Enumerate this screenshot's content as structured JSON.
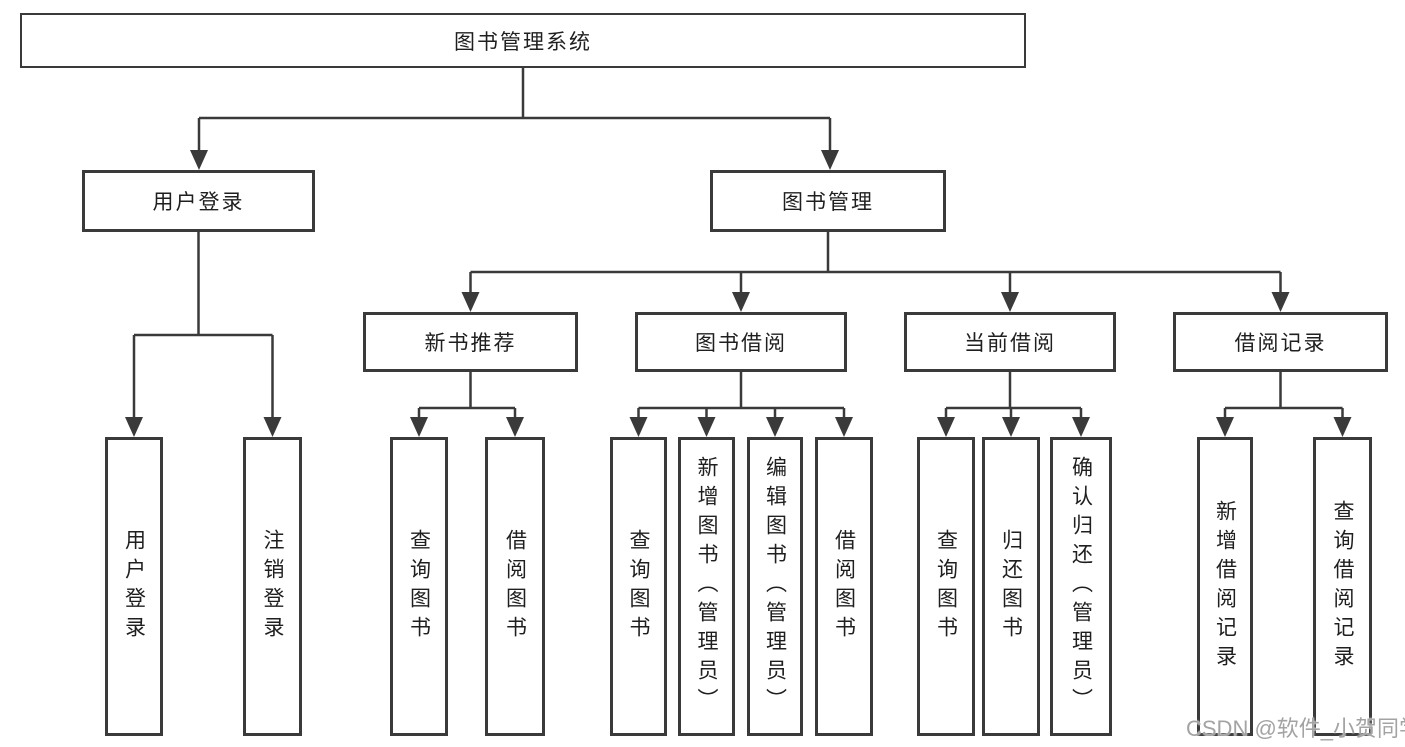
{
  "diagram": {
    "root": {
      "label": "图书管理系统"
    },
    "level2": [
      {
        "id": "user-login",
        "label": "用户登录",
        "parent": "图书管理系统"
      },
      {
        "id": "book-management",
        "label": "图书管理",
        "parent": "图书管理系统"
      }
    ],
    "level3": [
      {
        "id": "new-book-recommendation",
        "label": "新书推荐",
        "parent": "图书管理"
      },
      {
        "id": "book-borrowing",
        "label": "图书借阅",
        "parent": "图书管理"
      },
      {
        "id": "current-borrowing",
        "label": "当前借阅",
        "parent": "图书管理"
      },
      {
        "id": "borrowing-records",
        "label": "借阅记录",
        "parent": "图书管理"
      }
    ],
    "leaves": [
      {
        "id": "user-login-leaf",
        "label": "用户登录",
        "parent": "用户登录"
      },
      {
        "id": "logout",
        "label": "注销登录",
        "parent": "用户登录"
      },
      {
        "id": "query-books-recommend",
        "label": "查询图书",
        "parent": "新书推荐"
      },
      {
        "id": "borrow-books-recommend",
        "label": "借阅图书",
        "parent": "新书推荐"
      },
      {
        "id": "query-books-borrow",
        "label": "查询图书",
        "parent": "图书借阅"
      },
      {
        "id": "add-books-admin",
        "label": "新增图书（管理员）",
        "parent": "图书借阅"
      },
      {
        "id": "edit-books-admin",
        "label": "编辑图书（管理员）",
        "parent": "图书借阅"
      },
      {
        "id": "borrow-books",
        "label": "借阅图书",
        "parent": "图书借阅"
      },
      {
        "id": "query-books-current",
        "label": "查询图书",
        "parent": "当前借阅"
      },
      {
        "id": "return-books",
        "label": "归还图书",
        "parent": "当前借阅"
      },
      {
        "id": "confirm-return-admin",
        "label": "确认归还（管理员）",
        "parent": "当前借阅"
      },
      {
        "id": "add-borrow-record",
        "label": "新增借阅记录",
        "parent": "借阅记录"
      },
      {
        "id": "query-borrow-record",
        "label": "查询借阅记录",
        "parent": "借阅记录"
      }
    ]
  },
  "watermark": {
    "text": "CSDN @软件_小贺同学"
  },
  "colors": {
    "line": "#3a3a3a",
    "text": "#1f1f1f",
    "watermark": "#9e9e9e",
    "background": "#ffffff"
  }
}
